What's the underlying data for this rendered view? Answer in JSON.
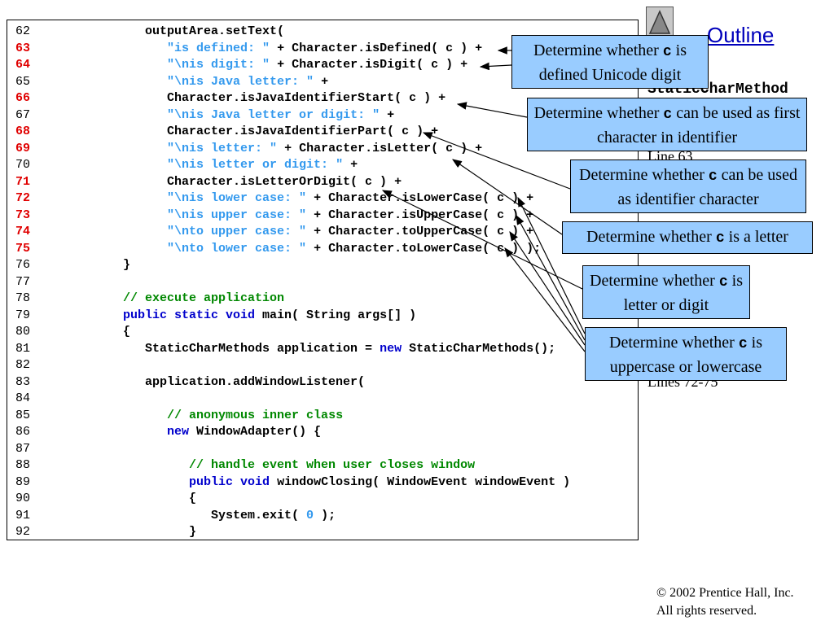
{
  "nav": {
    "up_icon": "triangle-up-icon",
    "outline_label": "Outline"
  },
  "sidebar": {
    "filename": "StaticCharMethod",
    "refs": [
      "Line 63",
      "Lines 72-75"
    ]
  },
  "code_lines": [
    {
      "num": "62",
      "hl": false,
      "parts": [
        {
          "t": "         outputArea.setText(",
          "c": ""
        }
      ]
    },
    {
      "num": "63",
      "hl": true,
      "parts": [
        {
          "t": "            ",
          "c": ""
        },
        {
          "t": "\"is defined: \"",
          "c": "str"
        },
        {
          "t": " + Character.isDefined( c ) +",
          "c": ""
        }
      ]
    },
    {
      "num": "64",
      "hl": true,
      "parts": [
        {
          "t": "            ",
          "c": ""
        },
        {
          "t": "\"\\nis digit: \"",
          "c": "str"
        },
        {
          "t": " + Character.isDigit( c ) +",
          "c": ""
        }
      ]
    },
    {
      "num": "65",
      "hl": false,
      "parts": [
        {
          "t": "            ",
          "c": ""
        },
        {
          "t": "\"\\nis Java letter: \"",
          "c": "str"
        },
        {
          "t": " +",
          "c": ""
        }
      ]
    },
    {
      "num": "66",
      "hl": true,
      "parts": [
        {
          "t": "            Character.isJavaIdentifierStart( c ) +",
          "c": ""
        }
      ]
    },
    {
      "num": "67",
      "hl": false,
      "parts": [
        {
          "t": "            ",
          "c": ""
        },
        {
          "t": "\"\\nis Java letter or digit: \"",
          "c": "str"
        },
        {
          "t": " +",
          "c": ""
        }
      ]
    },
    {
      "num": "68",
      "hl": true,
      "parts": [
        {
          "t": "            Character.isJavaIdentifierPart( c ) +",
          "c": ""
        }
      ]
    },
    {
      "num": "69",
      "hl": true,
      "parts": [
        {
          "t": "            ",
          "c": ""
        },
        {
          "t": "\"\\nis letter: \"",
          "c": "str"
        },
        {
          "t": " + Character.isLetter( c ) +",
          "c": ""
        }
      ]
    },
    {
      "num": "70",
      "hl": false,
      "parts": [
        {
          "t": "            ",
          "c": ""
        },
        {
          "t": "\"\\nis letter or digit: \"",
          "c": "str"
        },
        {
          "t": " +",
          "c": ""
        }
      ]
    },
    {
      "num": "71",
      "hl": true,
      "parts": [
        {
          "t": "            Character.isLetterOrDigit( c ) +",
          "c": ""
        }
      ]
    },
    {
      "num": "72",
      "hl": true,
      "parts": [
        {
          "t": "            ",
          "c": ""
        },
        {
          "t": "\"\\nis lower case: \"",
          "c": "str"
        },
        {
          "t": " + Character.isLowerCase( c ) +",
          "c": ""
        }
      ]
    },
    {
      "num": "73",
      "hl": true,
      "parts": [
        {
          "t": "            ",
          "c": ""
        },
        {
          "t": "\"\\nis upper case: \"",
          "c": "str"
        },
        {
          "t": " + Character.isUpperCase( c ) +",
          "c": ""
        }
      ]
    },
    {
      "num": "74",
      "hl": true,
      "parts": [
        {
          "t": "            ",
          "c": ""
        },
        {
          "t": "\"\\nto upper case: \"",
          "c": "str"
        },
        {
          "t": " + Character.toUpperCase( c ) +",
          "c": ""
        }
      ]
    },
    {
      "num": "75",
      "hl": true,
      "parts": [
        {
          "t": "            ",
          "c": ""
        },
        {
          "t": "\"\\nto lower case: \"",
          "c": "str"
        },
        {
          "t": " + Character.toLowerCase( c ) );",
          "c": ""
        }
      ]
    },
    {
      "num": "76",
      "hl": false,
      "parts": [
        {
          "t": "      }",
          "c": ""
        }
      ]
    },
    {
      "num": "77",
      "hl": false,
      "parts": [
        {
          "t": "",
          "c": ""
        }
      ]
    },
    {
      "num": "78",
      "hl": false,
      "parts": [
        {
          "t": "      ",
          "c": ""
        },
        {
          "t": "// execute application",
          "c": "cm"
        }
      ]
    },
    {
      "num": "79",
      "hl": false,
      "parts": [
        {
          "t": "      ",
          "c": ""
        },
        {
          "t": "public static void",
          "c": "kw"
        },
        {
          "t": " main( String args[] )",
          "c": ""
        }
      ]
    },
    {
      "num": "80",
      "hl": false,
      "parts": [
        {
          "t": "      {",
          "c": ""
        }
      ]
    },
    {
      "num": "81",
      "hl": false,
      "parts": [
        {
          "t": "         StaticCharMethods application = ",
          "c": ""
        },
        {
          "t": "new",
          "c": "kw"
        },
        {
          "t": " StaticCharMethods();",
          "c": ""
        }
      ]
    },
    {
      "num": "82",
      "hl": false,
      "parts": [
        {
          "t": "",
          "c": ""
        }
      ]
    },
    {
      "num": "83",
      "hl": false,
      "parts": [
        {
          "t": "         application.addWindowListener(",
          "c": ""
        }
      ]
    },
    {
      "num": "84",
      "hl": false,
      "parts": [
        {
          "t": "",
          "c": ""
        }
      ]
    },
    {
      "num": "85",
      "hl": false,
      "parts": [
        {
          "t": "            ",
          "c": ""
        },
        {
          "t": "// anonymous inner class",
          "c": "cm"
        }
      ]
    },
    {
      "num": "86",
      "hl": false,
      "parts": [
        {
          "t": "            ",
          "c": ""
        },
        {
          "t": "new",
          "c": "kw"
        },
        {
          "t": " WindowAdapter() {",
          "c": ""
        }
      ]
    },
    {
      "num": "87",
      "hl": false,
      "parts": [
        {
          "t": "",
          "c": ""
        }
      ]
    },
    {
      "num": "88",
      "hl": false,
      "parts": [
        {
          "t": "               ",
          "c": ""
        },
        {
          "t": "// handle event when user closes window",
          "c": "cm"
        }
      ]
    },
    {
      "num": "89",
      "hl": false,
      "parts": [
        {
          "t": "               ",
          "c": ""
        },
        {
          "t": "public void",
          "c": "kw"
        },
        {
          "t": " windowClosing( WindowEvent windowEvent )",
          "c": ""
        }
      ]
    },
    {
      "num": "90",
      "hl": false,
      "parts": [
        {
          "t": "               {",
          "c": ""
        }
      ]
    },
    {
      "num": "91",
      "hl": false,
      "parts": [
        {
          "t": "                  System.exit( ",
          "c": ""
        },
        {
          "t": "0",
          "c": "num"
        },
        {
          "t": " );",
          "c": ""
        }
      ]
    },
    {
      "num": "92",
      "hl": false,
      "parts": [
        {
          "t": "               }",
          "c": ""
        }
      ]
    }
  ],
  "callouts": [
    {
      "name": "callout-defined-digit",
      "pre": "Determine whether ",
      "code": "c",
      "post": " is defined Unicode digit"
    },
    {
      "name": "callout-first-char",
      "pre": "Determine whether ",
      "code": "c",
      "post": " can be used as first character in identifier"
    },
    {
      "name": "callout-identifier-char",
      "pre": "Determine whether ",
      "code": "c",
      "post": " can be used as identifier character"
    },
    {
      "name": "callout-letter",
      "pre": "Determine whether ",
      "code": "c",
      "post": " is a letter"
    },
    {
      "name": "callout-letter-digit",
      "pre": "Determine whether ",
      "code": "c",
      "post": " is letter or digit"
    },
    {
      "name": "callout-case",
      "pre": "Determine whether ",
      "code": "c",
      "post": " is uppercase or lowercase"
    }
  ],
  "footer": {
    "line1": "© 2002 Prentice Hall, Inc.",
    "line2": "All rights reserved."
  }
}
